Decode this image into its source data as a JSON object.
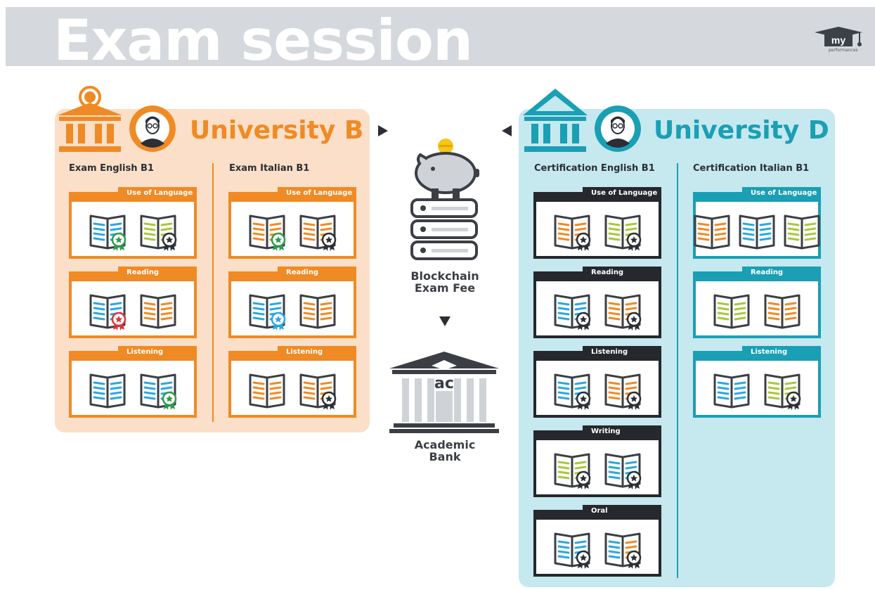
{
  "header": {
    "title": "Exam session",
    "logo_text": "my",
    "logo_sub": "performances"
  },
  "colors": {
    "orange": "#f08a24",
    "dark": "#25282c",
    "teal": "#1a9fb4",
    "panel_orange": "#fbdfc8",
    "panel_teal": "#c6e8ef"
  },
  "university_b": {
    "title": "University B",
    "columns": [
      {
        "title": "Exam English B1",
        "cards": [
          {
            "label": "Use of Language",
            "books": [
              {
                "scheme": "blue",
                "badge": "green"
              },
              {
                "scheme": "green",
                "badge": "dark"
              }
            ]
          },
          {
            "label": "Reading",
            "books": [
              {
                "scheme": "blue",
                "badge": "red"
              },
              {
                "scheme": "orange",
                "badge": ""
              }
            ]
          },
          {
            "label": "Listening",
            "books": [
              {
                "scheme": "blue",
                "badge": ""
              },
              {
                "scheme": "blue",
                "badge": "green"
              }
            ]
          }
        ]
      },
      {
        "title": "Exam Italian B1",
        "cards": [
          {
            "label": "Use of Language",
            "books": [
              {
                "scheme": "orange",
                "badge": "green"
              },
              {
                "scheme": "orange",
                "badge": "dark"
              }
            ]
          },
          {
            "label": "Reading",
            "books": [
              {
                "scheme": "blue",
                "badge": "blue"
              },
              {
                "scheme": "orange",
                "badge": ""
              }
            ]
          },
          {
            "label": "Listening",
            "books": [
              {
                "scheme": "orange",
                "badge": ""
              },
              {
                "scheme": "orange",
                "badge": "dark"
              }
            ]
          }
        ]
      }
    ]
  },
  "university_d": {
    "title": "University D",
    "columns": [
      {
        "title": "Certification English B1",
        "cards": [
          {
            "label": "Use of Language",
            "books": [
              {
                "scheme": "orange",
                "badge": "dark"
              },
              {
                "scheme": "green",
                "badge": "dark"
              }
            ]
          },
          {
            "label": "Reading",
            "books": [
              {
                "scheme": "blue",
                "badge": "dark"
              },
              {
                "scheme": "orange",
                "badge": "dark"
              }
            ]
          },
          {
            "label": "Listening",
            "books": [
              {
                "scheme": "blue",
                "badge": "dark"
              },
              {
                "scheme": "orange",
                "badge": "dark"
              }
            ]
          },
          {
            "label": "Writing",
            "books": [
              {
                "scheme": "green",
                "badge": "dark"
              },
              {
                "scheme": "blue",
                "badge": "dark"
              }
            ]
          },
          {
            "label": "Oral",
            "books": [
              {
                "scheme": "blue",
                "badge": "dark"
              },
              {
                "scheme": "mixed",
                "badge": "dark"
              }
            ]
          }
        ]
      },
      {
        "title": "Certification Italian B1",
        "cards": [
          {
            "label": "Use of Language",
            "books": [
              {
                "scheme": "orange",
                "badge": ""
              },
              {
                "scheme": "blue",
                "badge": ""
              },
              {
                "scheme": "green",
                "badge": ""
              }
            ]
          },
          {
            "label": "Reading",
            "books": [
              {
                "scheme": "green",
                "badge": ""
              },
              {
                "scheme": "orange",
                "badge": ""
              }
            ]
          },
          {
            "label": "Listening",
            "books": [
              {
                "scheme": "blue",
                "badge": ""
              },
              {
                "scheme": "green",
                "badge": "dark"
              }
            ]
          }
        ]
      }
    ]
  },
  "center": {
    "blockchain_label": "Blockchain\nExam Fee",
    "bank_label": "Academic\nBank",
    "bank_symbol": "ac"
  }
}
